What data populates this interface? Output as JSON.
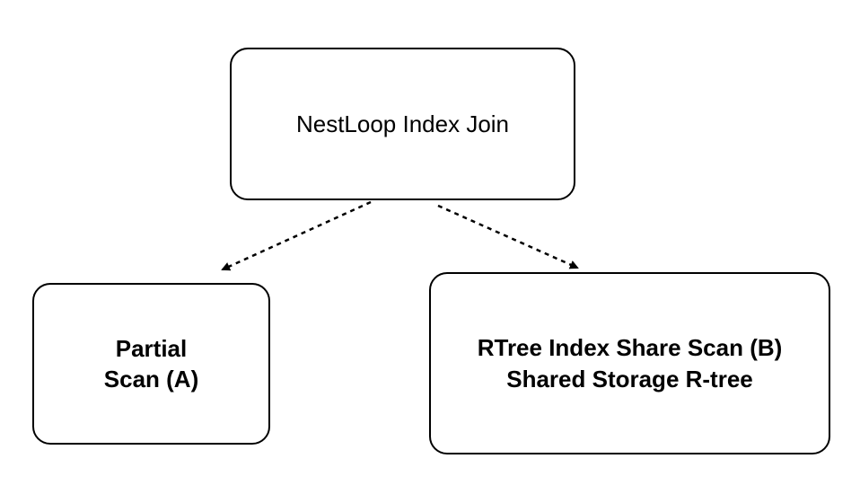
{
  "nodes": {
    "root": {
      "lines": [
        "NestLoop Index Join"
      ]
    },
    "left": {
      "lines": [
        "Partial",
        "Scan (A)"
      ]
    },
    "right": {
      "lines": [
        "RTree Index Share Scan (B)",
        "Shared Storage R-tree"
      ]
    }
  },
  "edges": [
    {
      "from": "root",
      "to": "left",
      "style": "dashed",
      "arrow": "end"
    },
    {
      "from": "root",
      "to": "right",
      "style": "dashed",
      "arrow": "end"
    }
  ],
  "colors": {
    "stroke": "#000000",
    "background": "#ffffff"
  }
}
